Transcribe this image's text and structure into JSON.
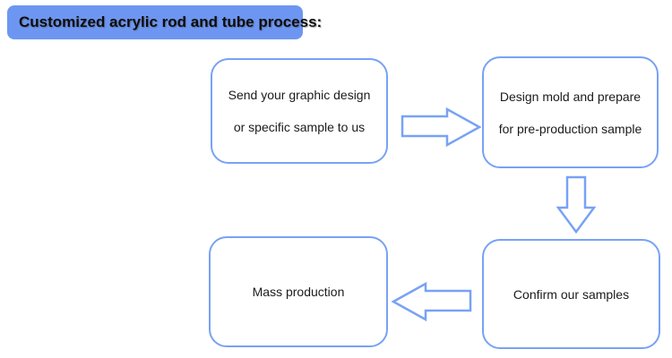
{
  "header": {
    "title": "Customized acrylic rod and tube process:"
  },
  "flow": {
    "steps": [
      {
        "id": "send-design",
        "lines": [
          "Send your graphic design",
          "or specific sample to us"
        ]
      },
      {
        "id": "design-mold",
        "lines": [
          "Design mold and prepare",
          "for pre-production sample"
        ]
      },
      {
        "id": "confirm-samples",
        "lines": [
          "Confirm our samples"
        ]
      },
      {
        "id": "mass-production",
        "lines": [
          "Mass production"
        ]
      }
    ],
    "arrows": [
      {
        "name": "arrow-right",
        "direction": "right",
        "from": "send-design",
        "to": "design-mold"
      },
      {
        "name": "arrow-down",
        "direction": "down",
        "from": "design-mold",
        "to": "confirm-samples"
      },
      {
        "name": "arrow-left",
        "direction": "left",
        "from": "confirm-samples",
        "to": "mass-production"
      }
    ]
  },
  "colors": {
    "header_bg": "#6d96f2",
    "box_border": "#78a2f5",
    "arrow_stroke": "#78a2f5",
    "text": "#1b1b1b",
    "background": "#ffffff"
  }
}
